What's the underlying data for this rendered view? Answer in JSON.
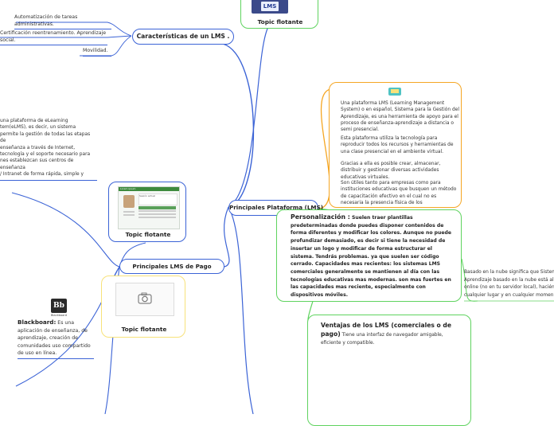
{
  "central": {
    "label": "Principales Plataforma (LMS)"
  },
  "caracteristicas": {
    "label": "Características de un LMS .",
    "items": [
      "Automatización de tareas administrativas.",
      "Certificación reentrenamiento. Aprendizaje social.",
      "Movilidad."
    ]
  },
  "topic_top": {
    "label": "Topic flotante",
    "icon_text": "LMS"
  },
  "definicion": {
    "paragraphs": [
      "Una plataforma LMS (Learning Management System) o en español, Sistema para la Gestión del Aprendizaje, es una herramienta de apoyo para el proceso de enseñanza-aprendizaje a distancia o semi presencial.",
      "Esta plataforma utiliza la tecnología para reproducir todos los recursos y herramientas de una clase presencial en el ambiente virtual.",
      "Gracias a ella es posible crear, almacenar, distribuir y gestionar diversas actividades educativas virtuales.",
      "Son útiles tanto para empresas como para instituciones educativas que busquen un método de capacitación efectivo en el cual no es necesaria la presencia física de los"
    ]
  },
  "left_text": {
    "lines": [
      "una plataforma de eLearning",
      "tem(eLMS), es decir, un sistema",
      "permite la gestión de todas las etapas de",
      "enseñanza a través de Internet,",
      "tecnología y el soporte necesario para",
      "nes establezcan sus centros de enseñanza",
      "/ Intranet de forma rápida, simple y"
    ]
  },
  "topic_screenshot": {
    "label": "Topic flotante",
    "shot_title": "Lorem ipsum",
    "shot_panel": "Sesión actual"
  },
  "pago": {
    "label": "Principales LMS de Pago"
  },
  "topic_camera": {
    "label": "Topic flotante"
  },
  "blackboard": {
    "logo": "Bb",
    "logo_caption": "Blackboard",
    "title": "Blackboard:",
    "text": " Es una aplicación de enseñanza, de aprendizaje, creación de comunidades uso compartido de uso en línea."
  },
  "personalizacion": {
    "title": "Personalización :",
    "text": " Suelen traer plantillas predeterminadas donde puedes disponer contenidos de forma diferentes y modificar los colores. Aunque no puede profundizar demasiado, es decir si tiene la necesidad de insertar un logo y modificar de forma estructurar el sistema. Tendrás problemas. ya que suelen ser código cerrado. Capacidades mas recientes: los sistemas LMS comerciales generalmente se mantienen al día con las tecnologías educativas mas modernas. son mas fuertes en las capacidades mas reciente, especialmente con dispositivos móviles."
  },
  "nube": {
    "lines": [
      "Basado en la nube significa que Sistem",
      "Aprendizaje basado en la nube está al",
      "online (no en tu servidor local), hacién",
      "cualquier lugar y en cualquier momen"
    ]
  },
  "ventajas": {
    "title": "Ventajas de los LMS (comerciales  o de pago)",
    "text": " Tiene una interfaz de navegador amigable, eficiente y compatible."
  },
  "colors": {
    "blue": "#3b63d6",
    "green": "#5fd35f",
    "orange": "#f5a623",
    "teal": "#4fc3c3"
  }
}
